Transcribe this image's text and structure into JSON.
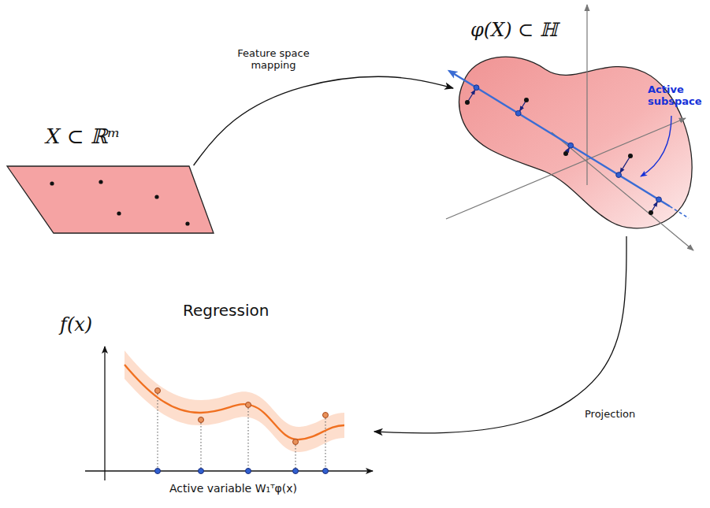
{
  "diagram": {
    "nodes": [
      {
        "text": [
          "X ⊂ ℝᵐ"
        ]
      },
      {
        "text": [
          "φ(X) ⊂ ℍ"
        ]
      },
      {
        "text": [
          "Regression"
        ]
      }
    ],
    "edges": [
      {
        "from": 0,
        "to": 1,
        "arrow": "to",
        "label": "Feature space mapping"
      },
      {
        "from": 1,
        "to": 2,
        "arrow": "to",
        "label": "Projection"
      }
    ],
    "labels": [
      "Active subspace",
      "f(x)",
      "Active variable W₁ᵀφ(x)"
    ]
  }
}
